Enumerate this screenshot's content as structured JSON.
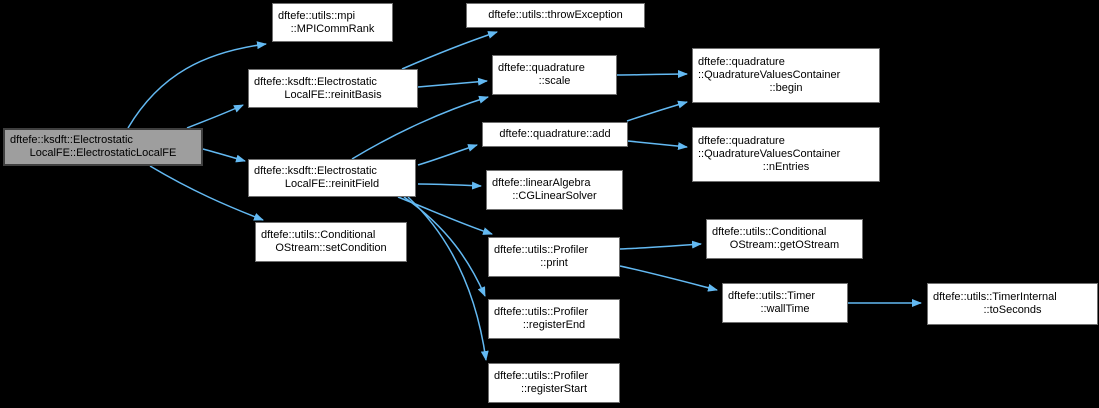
{
  "diagram": {
    "type": "call-graph",
    "background_color": "#000000",
    "edge_color": "#63b9f2",
    "node_fill_color": "#ffffff",
    "node_border_color": "#6f6f6f",
    "highlight_fill_color": "#9e9e9e",
    "highlight_border_color": "#3f3f3f",
    "nodes": {
      "root": {
        "lines": [
          "dftefe::ksdft::Electrostatic",
          "LocalFE::ElectrostaticLocalFE"
        ],
        "highlighted": true
      },
      "mpiCommRank": {
        "lines": [
          "dftefe::utils::mpi",
          "::MPICommRank"
        ]
      },
      "reinitBasis": {
        "lines": [
          "dftefe::ksdft::Electrostatic",
          "LocalFE::reinitBasis"
        ]
      },
      "reinitField": {
        "lines": [
          "dftefe::ksdft::Electrostatic",
          "LocalFE::reinitField"
        ]
      },
      "setCondition": {
        "lines": [
          "dftefe::utils::Conditional",
          "OStream::setCondition"
        ]
      },
      "throwException": {
        "lines": [
          "dftefe::utils::throwException"
        ]
      },
      "scale": {
        "lines": [
          "dftefe::quadrature",
          "::scale"
        ]
      },
      "add": {
        "lines": [
          "dftefe::quadrature::add"
        ]
      },
      "cgLinearSolver": {
        "lines": [
          "dftefe::linearAlgebra",
          "::CGLinearSolver"
        ]
      },
      "profilerPrint": {
        "lines": [
          "dftefe::utils::Profiler",
          "::print"
        ]
      },
      "registerEnd": {
        "lines": [
          "dftefe::utils::Profiler",
          "::registerEnd"
        ]
      },
      "registerStart": {
        "lines": [
          "dftefe::utils::Profiler",
          "::registerStart"
        ]
      },
      "begin": {
        "lines": [
          "dftefe::quadrature",
          "::QuadratureValuesContainer",
          "::begin"
        ]
      },
      "nEntries": {
        "lines": [
          "dftefe::quadrature",
          "::QuadratureValuesContainer",
          "::nEntries"
        ]
      },
      "getOStream": {
        "lines": [
          "dftefe::utils::Conditional",
          "OStream::getOStream"
        ]
      },
      "wallTime": {
        "lines": [
          "dftefe::utils::Timer",
          "::wallTime"
        ]
      },
      "toSeconds": {
        "lines": [
          "dftefe::utils::TimerInternal",
          "::toSeconds"
        ]
      }
    },
    "edges": [
      {
        "from": "root",
        "to": "mpiCommRank"
      },
      {
        "from": "root",
        "to": "reinitBasis"
      },
      {
        "from": "root",
        "to": "reinitField"
      },
      {
        "from": "root",
        "to": "setCondition"
      },
      {
        "from": "reinitBasis",
        "to": "throwException"
      },
      {
        "from": "reinitBasis",
        "to": "scale"
      },
      {
        "from": "reinitField",
        "to": "scale"
      },
      {
        "from": "reinitField",
        "to": "add"
      },
      {
        "from": "reinitField",
        "to": "cgLinearSolver"
      },
      {
        "from": "reinitField",
        "to": "profilerPrint"
      },
      {
        "from": "reinitField",
        "to": "registerEnd"
      },
      {
        "from": "reinitField",
        "to": "registerStart"
      },
      {
        "from": "scale",
        "to": "begin"
      },
      {
        "from": "add",
        "to": "begin"
      },
      {
        "from": "add",
        "to": "nEntries"
      },
      {
        "from": "profilerPrint",
        "to": "getOStream"
      },
      {
        "from": "profilerPrint",
        "to": "wallTime"
      },
      {
        "from": "wallTime",
        "to": "toSeconds"
      }
    ]
  }
}
